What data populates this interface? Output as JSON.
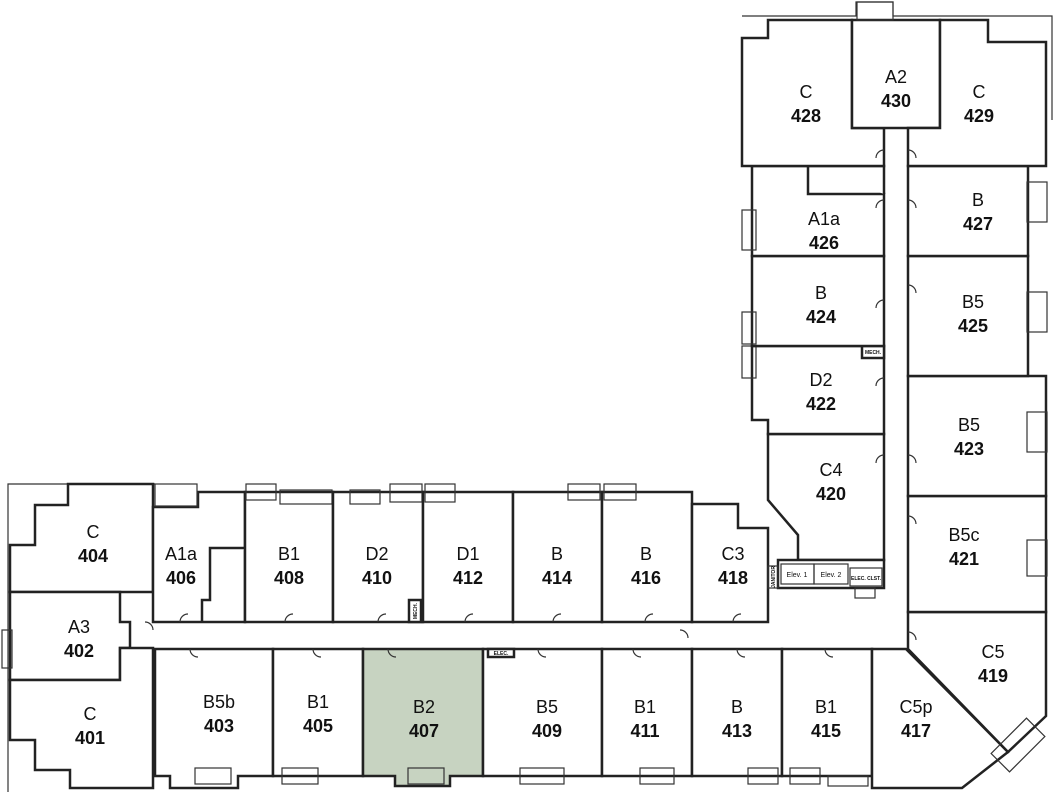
{
  "units": [
    {
      "id": "u404",
      "type": "C",
      "number": "404"
    },
    {
      "id": "u406",
      "type": "A1a",
      "number": "406"
    },
    {
      "id": "u408",
      "type": "B1",
      "number": "408"
    },
    {
      "id": "u410",
      "type": "D2",
      "number": "410"
    },
    {
      "id": "u412",
      "type": "D1",
      "number": "412"
    },
    {
      "id": "u414",
      "type": "B",
      "number": "414"
    },
    {
      "id": "u416",
      "type": "B",
      "number": "416"
    },
    {
      "id": "u418",
      "type": "C3",
      "number": "418"
    },
    {
      "id": "u402",
      "type": "A3",
      "number": "402"
    },
    {
      "id": "u401",
      "type": "C",
      "number": "401"
    },
    {
      "id": "u403",
      "type": "B5b",
      "number": "403"
    },
    {
      "id": "u405",
      "type": "B1",
      "number": "405"
    },
    {
      "id": "u407",
      "type": "B2",
      "number": "407",
      "highlighted": true
    },
    {
      "id": "u409",
      "type": "B5",
      "number": "409"
    },
    {
      "id": "u411",
      "type": "B1",
      "number": "411"
    },
    {
      "id": "u413",
      "type": "B",
      "number": "413"
    },
    {
      "id": "u415",
      "type": "B1",
      "number": "415"
    },
    {
      "id": "u417",
      "type": "C5p",
      "number": "417"
    },
    {
      "id": "u419",
      "type": "C5",
      "number": "419"
    },
    {
      "id": "u421",
      "type": "B5c",
      "number": "421"
    },
    {
      "id": "u420",
      "type": "C4",
      "number": "420"
    },
    {
      "id": "u423",
      "type": "B5",
      "number": "423"
    },
    {
      "id": "u422",
      "type": "D2",
      "number": "422"
    },
    {
      "id": "u425",
      "type": "B5",
      "number": "425"
    },
    {
      "id": "u424",
      "type": "B",
      "number": "424"
    },
    {
      "id": "u426",
      "type": "A1a",
      "number": "426"
    },
    {
      "id": "u427",
      "type": "B",
      "number": "427"
    },
    {
      "id": "u428",
      "type": "C",
      "number": "428"
    },
    {
      "id": "u430",
      "type": "A2",
      "number": "430"
    },
    {
      "id": "u429",
      "type": "C",
      "number": "429"
    }
  ],
  "service_labels": {
    "elev1": "Elev. 1",
    "elev2": "Elev. 2",
    "elec_closet": "ELEC. CLST.",
    "elec": "ELEC.",
    "mech": "MECH.",
    "mech_small": "MECH.",
    "janitor": "JANITOR"
  },
  "colors": {
    "highlight": "#c7d3c1",
    "wall": "#222222",
    "background": "#ffffff"
  }
}
